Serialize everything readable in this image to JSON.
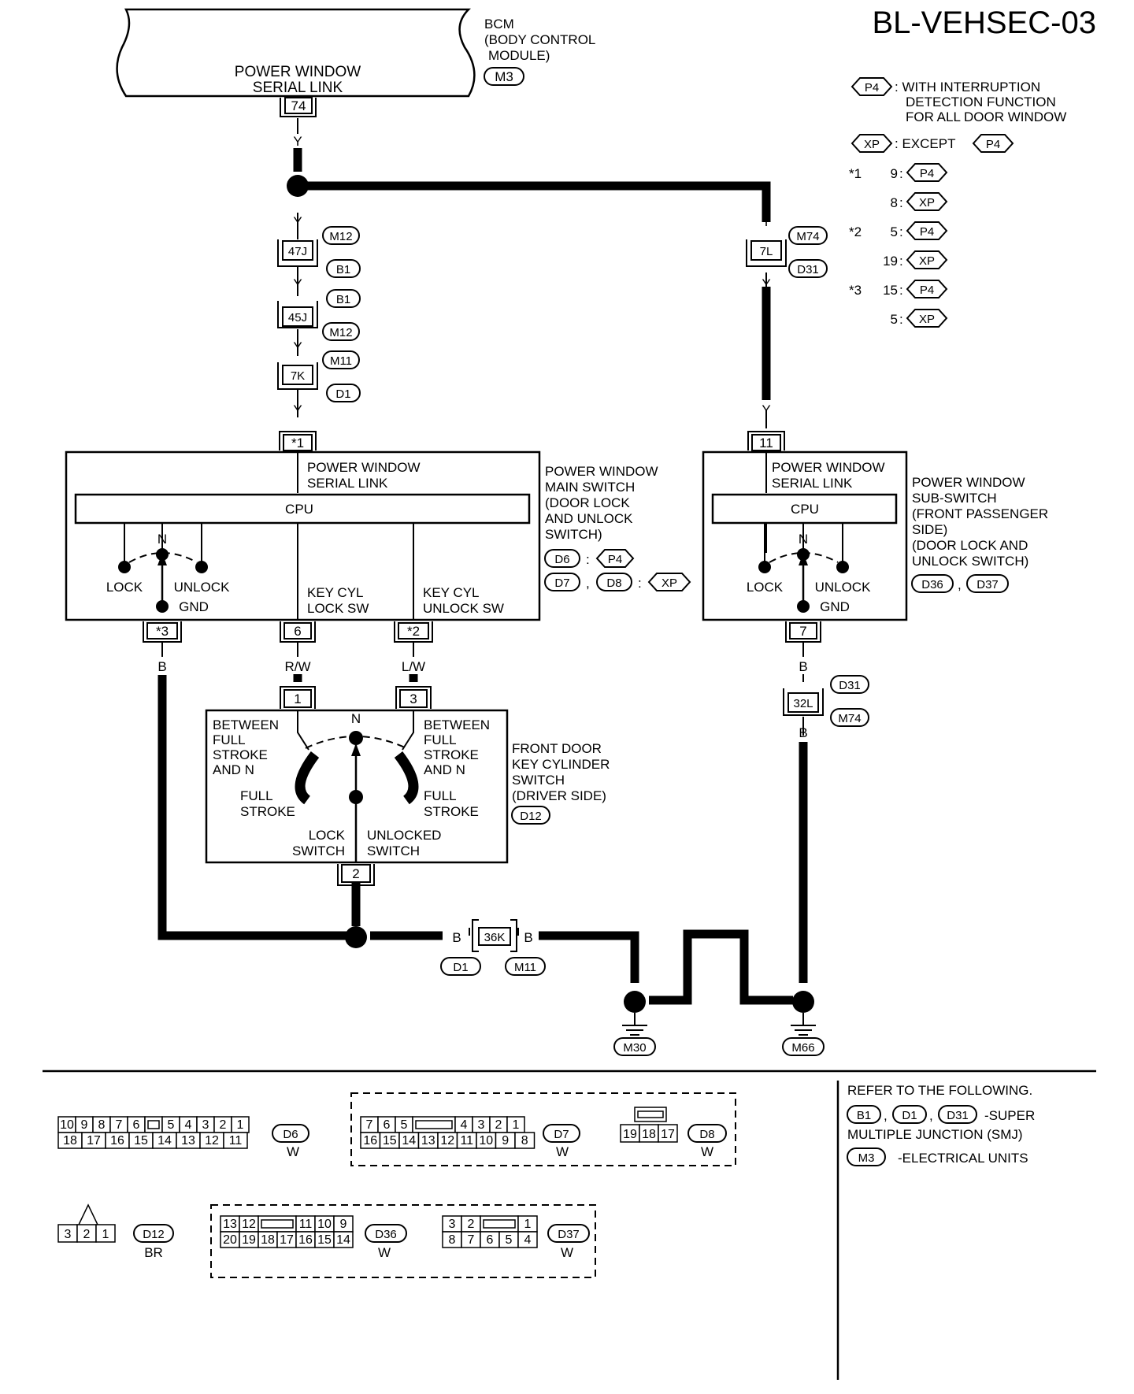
{
  "title": "BL-VEHSEC-03",
  "bcm": {
    "label": "BCM",
    "name_line1": "(BODY CONTROL",
    "name_line2": "MODULE)",
    "connector": "M3",
    "port_line1": "POWER WINDOW",
    "port_line2": "SERIAL LINK",
    "terminal": "74"
  },
  "legend": {
    "p4_tag": "P4",
    "p4_line1": ": WITH INTERRUPTION",
    "p4_line2": "DETECTION FUNCTION",
    "p4_line3": "FOR ALL DOOR WINDOW",
    "xp_tag": "XP",
    "xp_text": ": EXCEPT",
    "xp_ref": "P4",
    "rows": [
      {
        "mark": "*1",
        "pin": "9",
        "tag": "P4"
      },
      {
        "mark": "",
        "pin": "8",
        "tag": "XP"
      },
      {
        "mark": "*2",
        "pin": "5",
        "tag": "P4"
      },
      {
        "mark": "",
        "pin": "19",
        "tag": "XP"
      },
      {
        "mark": "*3",
        "pin": "15",
        "tag": "P4"
      },
      {
        "mark": "",
        "pin": "5",
        "tag": "XP"
      }
    ]
  },
  "wires": {
    "y": "Y",
    "rw": "R/W",
    "lw": "L/W",
    "b": "B"
  },
  "left_connectors": [
    {
      "pin": "47J",
      "top": "M12",
      "bottom": "B1"
    },
    {
      "pin": "45J",
      "top": "B1",
      "bottom": "M12"
    },
    {
      "pin": "7K",
      "top": "M11",
      "bottom": "D1"
    }
  ],
  "right_connector": {
    "pin": "7L",
    "top": "M74",
    "bottom": "D31"
  },
  "main_switch": {
    "pin_in": "*1",
    "port_line1": "POWER WINDOW",
    "port_line2": "SERIAL LINK",
    "cpu": "CPU",
    "n": "N",
    "lock": "LOCK",
    "unlock": "UNLOCK",
    "gnd": "GND",
    "kc_lock_line1": "KEY CYL",
    "kc_lock_line2": "LOCK SW",
    "kc_unlock_line1": "KEY CYL",
    "kc_unlock_line2": "UNLOCK SW",
    "pin_gnd": "*3",
    "pin_lock": "6",
    "pin_unlock": "*2",
    "name_lines": [
      "POWER WINDOW",
      "MAIN SWITCH",
      "(DOOR LOCK",
      " AND UNLOCK",
      " SWITCH)"
    ],
    "conn_a": "D6",
    "conn_a_tag": "P4",
    "conn_b": "D7",
    "conn_c": "D8",
    "conn_bc_tag": "XP"
  },
  "sub_switch": {
    "pin_in": "11",
    "port_line1": "POWER WINDOW",
    "port_line2": "SERIAL LINK",
    "cpu": "CPU",
    "n": "N",
    "lock": "LOCK",
    "unlock": "UNLOCK",
    "gnd": "GND",
    "pin_gnd": "7",
    "name_lines": [
      "POWER WINDOW",
      "SUB-SWITCH",
      "(FRONT PASSENGER",
      " SIDE)",
      "(DOOR LOCK AND",
      " UNLOCK SWITCH)"
    ],
    "conn_a": "D36",
    "conn_b": "D37"
  },
  "key_cyl": {
    "pin_lock": "1",
    "pin_unlock": "3",
    "pin_gnd": "2",
    "n": "N",
    "between_lines": [
      "BETWEEN",
      "FULL",
      "STROKE",
      "AND N"
    ],
    "full_line1": "FULL",
    "full_line2": "STROKE",
    "lock_sw_line1": "LOCK",
    "lock_sw_line2": "SWITCH",
    "unlock_sw_line1": "UNLOCKED",
    "unlock_sw_line2": "SWITCH",
    "name_lines": [
      "FRONT DOOR",
      "KEY CYLINDER",
      "SWITCH",
      "(DRIVER SIDE)"
    ],
    "conn": "D12"
  },
  "right_lower_connector": {
    "pin": "32L",
    "top": "D31",
    "bottom": "M74"
  },
  "ground_connector": {
    "pin": "36K",
    "left": "D1",
    "right": "M11"
  },
  "grounds": [
    "M30",
    "M66"
  ],
  "refer": {
    "line1": "REFER TO THE FOLLOWING.",
    "smj1": "B1",
    "smj2": "D1",
    "smj3": "D31",
    "smj_suffix": "-SUPER",
    "smj_line2": "MULTIPLE JUNCTION (SMJ)",
    "unit": "M3",
    "unit_suffix": "-ELECTRICAL UNITS"
  },
  "connector_faces": {
    "d6": {
      "id": "D6",
      "color": "W",
      "top": [
        "10",
        "9",
        "8",
        "7",
        "6",
        "",
        "5",
        "4",
        "3",
        "2",
        "1"
      ],
      "bottom": [
        "18",
        "17",
        "16",
        "15",
        "14",
        "13",
        "12",
        "11"
      ]
    },
    "d7": {
      "id": "D7",
      "color": "W",
      "top": [
        "7",
        "6",
        "5",
        "",
        "4",
        "3",
        "2",
        "1"
      ],
      "bottom": [
        "16",
        "15",
        "14",
        "13",
        "12",
        "11",
        "10",
        "9",
        "8"
      ]
    },
    "d8": {
      "id": "D8",
      "color": "W",
      "pins": [
        "19",
        "18",
        "17"
      ]
    },
    "d12": {
      "id": "D12",
      "color": "BR",
      "pins": [
        "3",
        "2",
        "1"
      ]
    },
    "d36": {
      "id": "D36",
      "color": "W",
      "top": [
        "13",
        "12",
        "",
        "11",
        "10",
        "9"
      ],
      "bottom": [
        "20",
        "19",
        "18",
        "17",
        "16",
        "15",
        "14"
      ]
    },
    "d37": {
      "id": "D37",
      "color": "W",
      "top": [
        "3",
        "2",
        "",
        "1"
      ],
      "bottom": [
        "8",
        "7",
        "6",
        "5",
        "4"
      ]
    }
  }
}
